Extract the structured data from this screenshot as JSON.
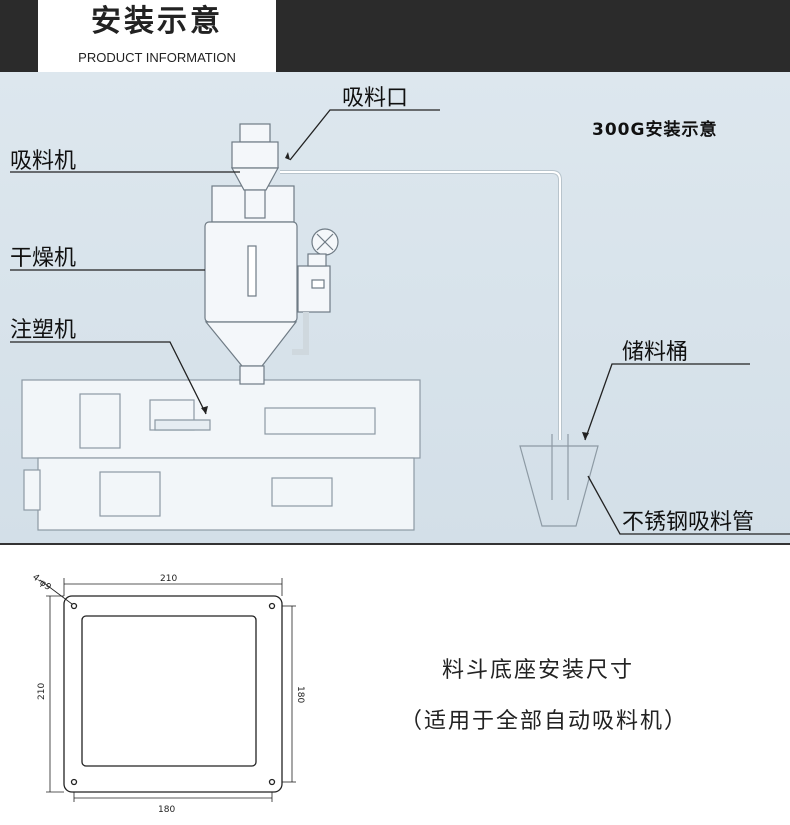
{
  "header": {
    "title": "安装示意",
    "subtitle": "PRODUCT INFORMATION"
  },
  "diagram": {
    "title": "300G安装示意",
    "labels": {
      "suction_port": "吸料口",
      "loader": "吸料机",
      "dryer": "干燥机",
      "injection_machine": "注塑机",
      "storage_bin": "储料桶",
      "steel_pipe": "不锈钢吸料管"
    }
  },
  "base": {
    "title": "料斗底座安装尺寸",
    "note": "（适用于全部自动吸料机）",
    "dimensions": {
      "top": "210",
      "left": "210",
      "right": "180",
      "bottom": "180",
      "holes": "4-φ9"
    }
  },
  "colors": {
    "header_bg": "#2b2b2b",
    "diagram_bg": "#d9e4ec"
  }
}
